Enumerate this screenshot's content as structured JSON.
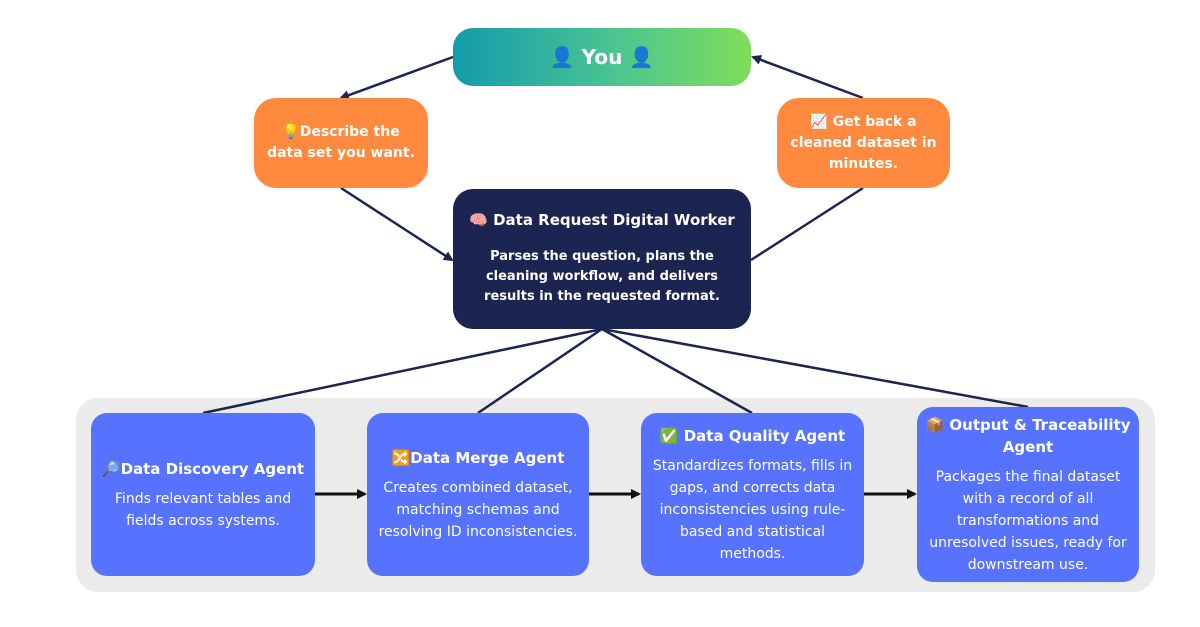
{
  "you": {
    "label": "👤 You 👤"
  },
  "left_step": {
    "text": "💡Describe the data set you want."
  },
  "right_step": {
    "text": "📈 Get back a cleaned dataset in minutes."
  },
  "worker": {
    "title": "🧠 Data Request Digital Worker",
    "description": "Parses the question, plans the cleaning workflow, and delivers results in the requested format."
  },
  "agents": [
    {
      "title": "🔎Data Discovery Agent",
      "description": "Finds relevant tables and fields across systems."
    },
    {
      "title": "🔀Data Merge Agent",
      "description": "Creates combined dataset, matching schemas and resolving ID inconsistencies."
    },
    {
      "title": "✅ Data Quality Agent",
      "description": "Standardizes formats, fills in gaps, and corrects data inconsistencies using rule-based and statistical methods."
    },
    {
      "title": "📦 Output & Traceability Agent",
      "description": "Packages the final dataset with a record of all transformations and unresolved issues, ready for downstream use."
    }
  ],
  "colors": {
    "line": "#1c2452",
    "you_gradient_start": "#139bac",
    "you_gradient_end": "#80dc5a",
    "step_orange": "#ff8a3f",
    "worker_navy": "#1c2452",
    "agent_blue": "#5672ff",
    "panel_gray": "#ebebeb"
  }
}
